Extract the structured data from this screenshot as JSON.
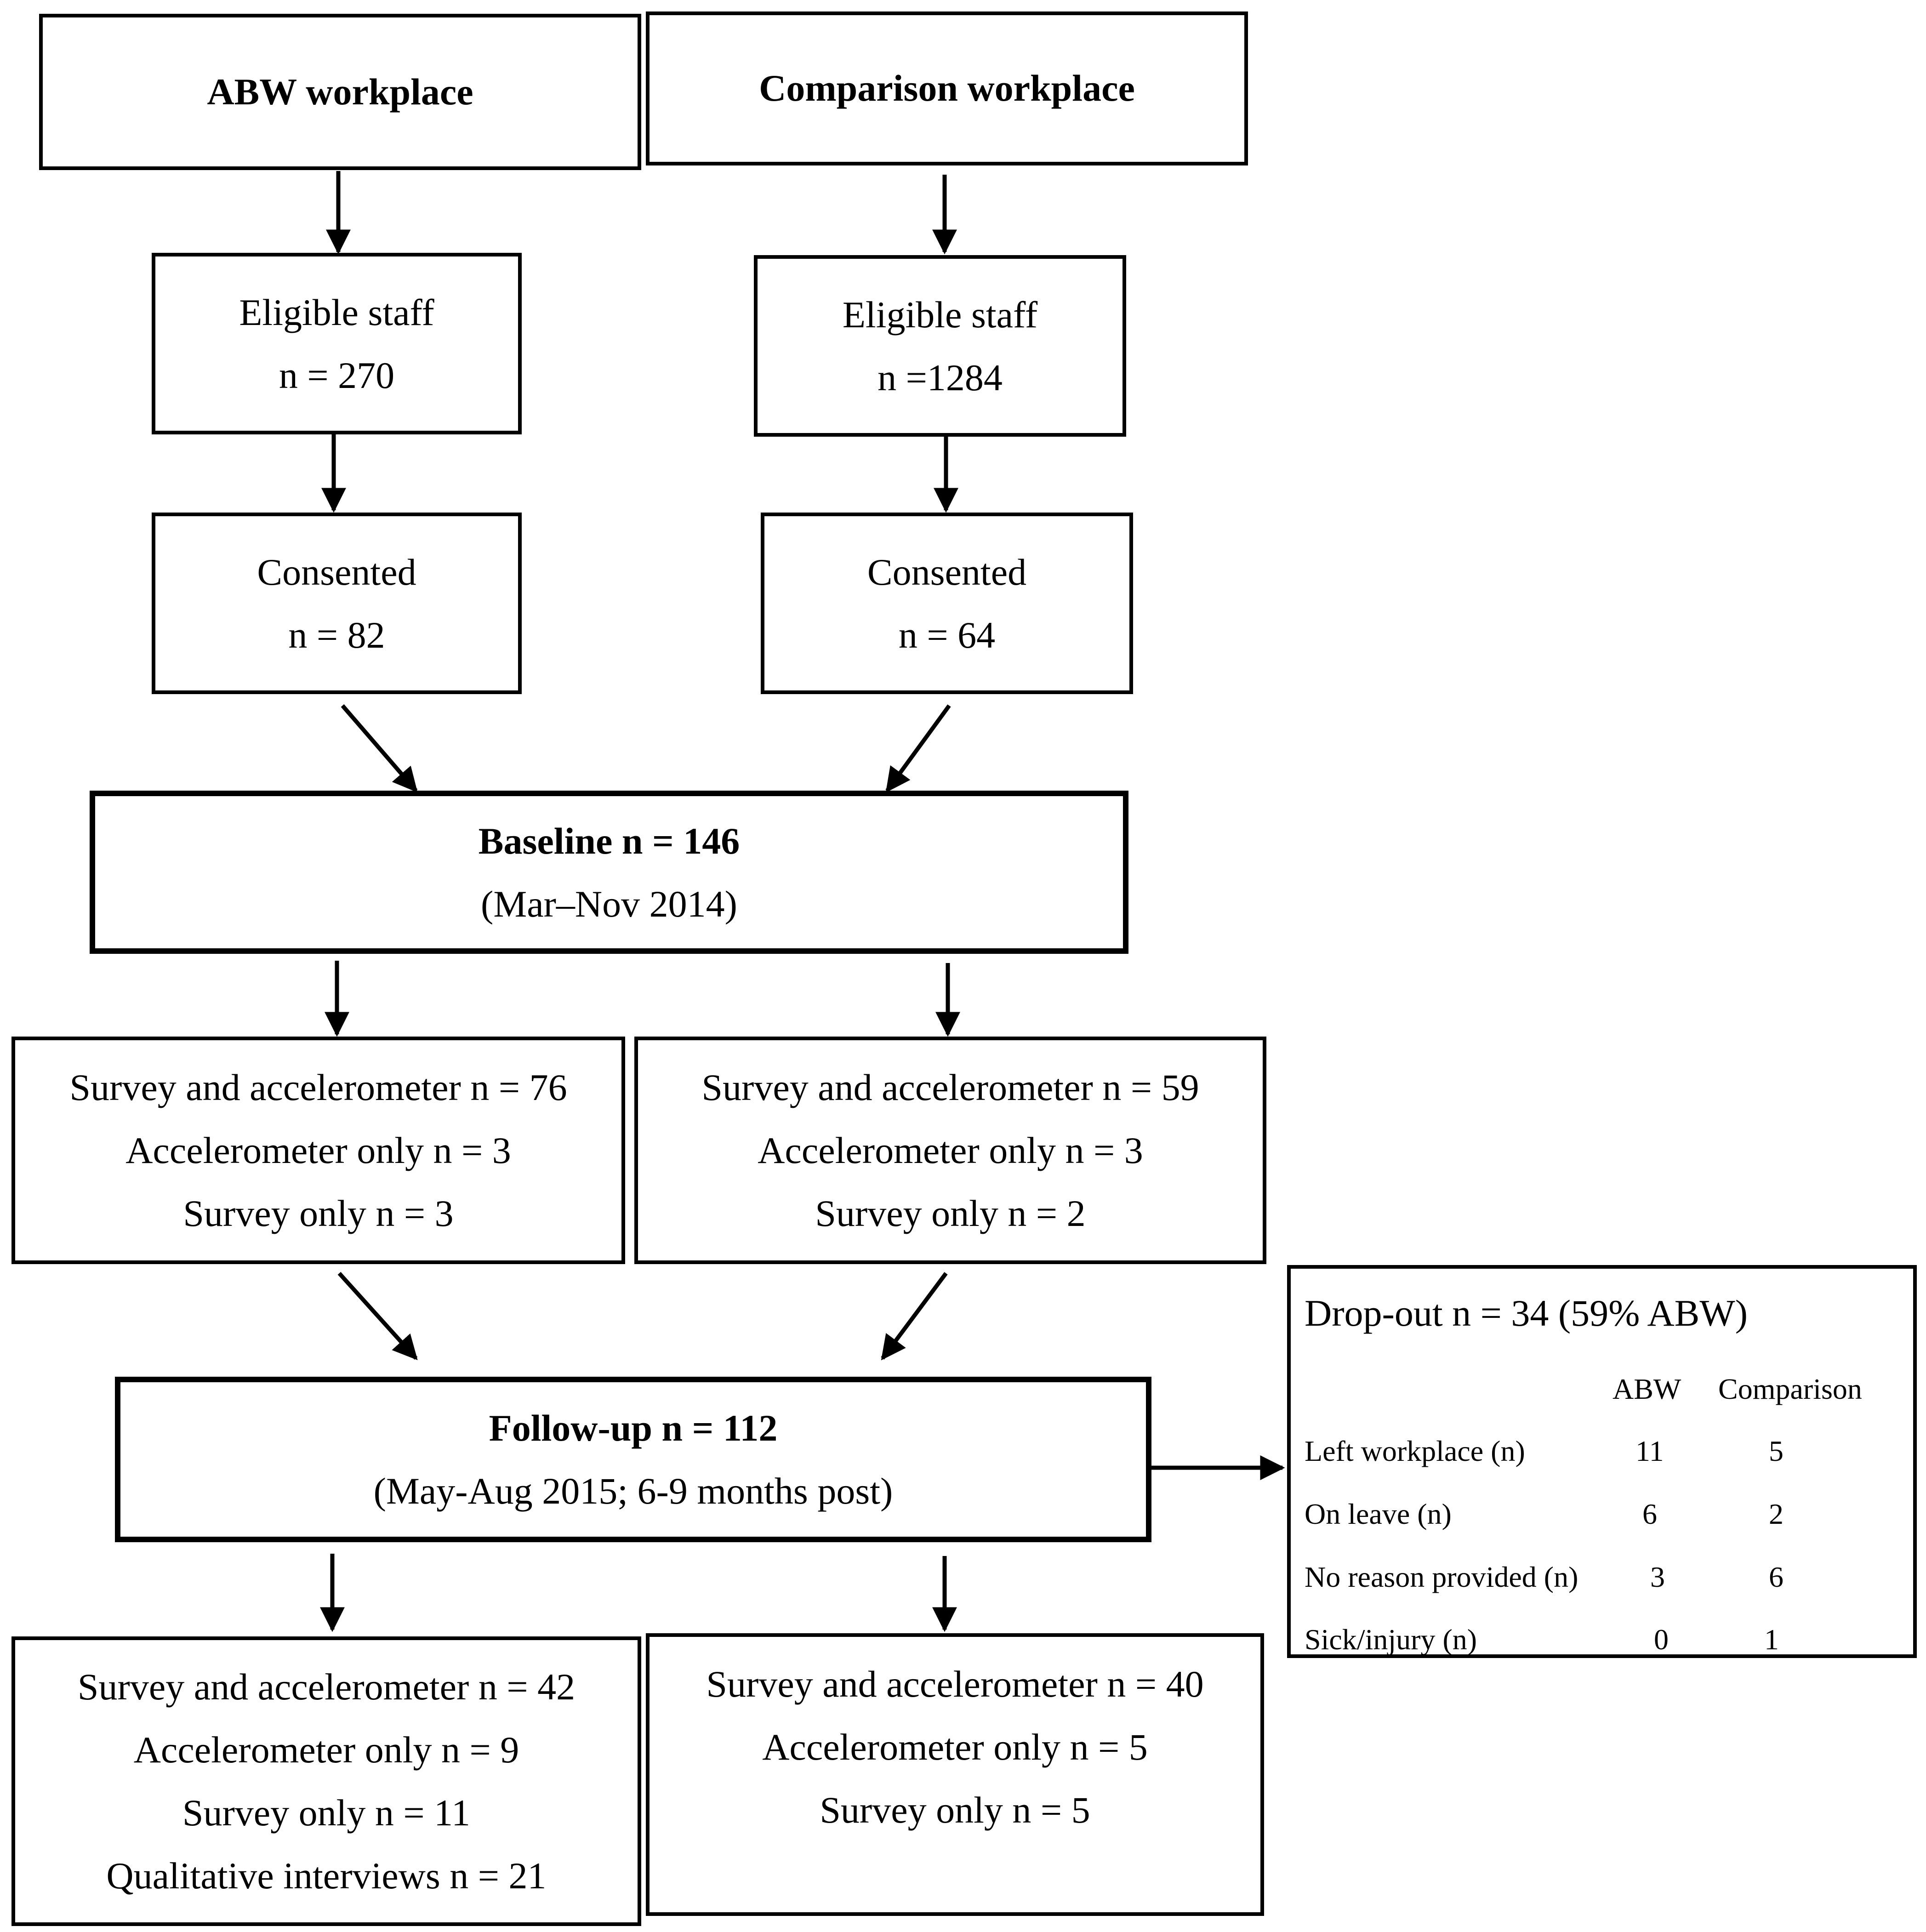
{
  "boxes": {
    "abw_workplace": "ABW workplace",
    "comparison_workplace": "Comparison workplace",
    "abw_eligible": [
      "Eligible staff",
      "n = 270"
    ],
    "comp_eligible": [
      "Eligible staff",
      "n =1284"
    ],
    "abw_consented": [
      "Consented",
      "n = 82"
    ],
    "comp_consented": [
      "Consented",
      "n = 64"
    ],
    "baseline": [
      "Baseline n = 146",
      "(Mar–Nov 2014)"
    ],
    "abw_baseline_detail": [
      "Survey and accelerometer n = 76",
      "Accelerometer only n = 3",
      "Survey only n = 3"
    ],
    "comp_baseline_detail": [
      "Survey and accelerometer n = 59",
      "Accelerometer only n = 3",
      "Survey only n = 2"
    ],
    "followup": [
      "Follow-up n = 112",
      "(May-Aug 2015; 6-9 months post)"
    ],
    "abw_followup_detail": [
      "Survey and accelerometer n = 42",
      "Accelerometer only n = 9",
      "Survey only n = 11",
      "Qualitative interviews n = 21"
    ],
    "comp_followup_detail": [
      "Survey and accelerometer n = 40",
      "Accelerometer only n = 5",
      "Survey only n = 5"
    ]
  },
  "dropout": {
    "title": "Drop-out n = 34 (59% ABW)",
    "columns": [
      "ABW",
      "Comparison"
    ],
    "rows": [
      {
        "reason": "Left workplace (n)",
        "abw": "11",
        "comparison": "5"
      },
      {
        "reason": "On leave (n)",
        "abw": "6",
        "comparison": "2"
      },
      {
        "reason": "No reason provided (n)",
        "abw": "3",
        "comparison": "6"
      },
      {
        "reason": "Sick/injury (n)",
        "abw": "0",
        "comparison": "1"
      }
    ]
  }
}
